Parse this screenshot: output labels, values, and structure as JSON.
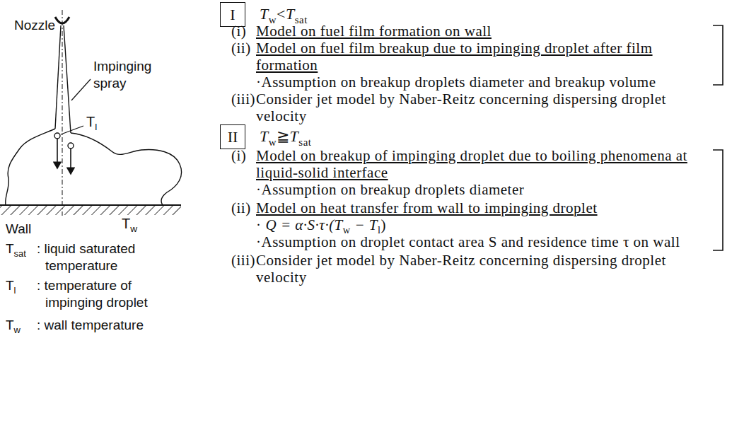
{
  "diagram": {
    "nodes": [
      {
        "text": [
          "I"
        ]
      },
      {
        "text": [
          "II"
        ]
      }
    ],
    "labels": [
      "Nozzle",
      "Impinging spray",
      "T",
      "l",
      "Wall",
      "T",
      "w",
      "T",
      "sat",
      ": liquid saturated temperature",
      "T",
      "l",
      ": temperature of impinging droplet",
      "T",
      "w",
      ": wall temperature",
      "T",
      "w",
      "<",
      "T",
      "sat",
      "(i)",
      "Model on fuel film formation on wall",
      "(ii)",
      "Model on fuel film breakup due to impinging droplet after film formation",
      "·Assumption on breakup droplets diameter and breakup volume",
      "(iii)",
      "Consider jet model by Naber-Reitz concerning dispersing droplet velocity",
      "T",
      "w",
      "≧",
      "T",
      "sat",
      "(i)",
      "Model on breakup of impinging droplet due to boiling phenomena at liquid-solid interface",
      "·Assumption on breakup droplets diameter",
      "(ii)",
      "Model on heat transfer from wall to impinging droplet",
      "·",
      "Q = α·S·τ·(T",
      "w",
      " − T",
      "l",
      ")",
      "·Assumption on droplet contact area S and residence time τ on wall",
      "(iii)",
      "Consider jet model by Naber-Reitz concerning dispersing droplet velocity"
    ]
  }
}
